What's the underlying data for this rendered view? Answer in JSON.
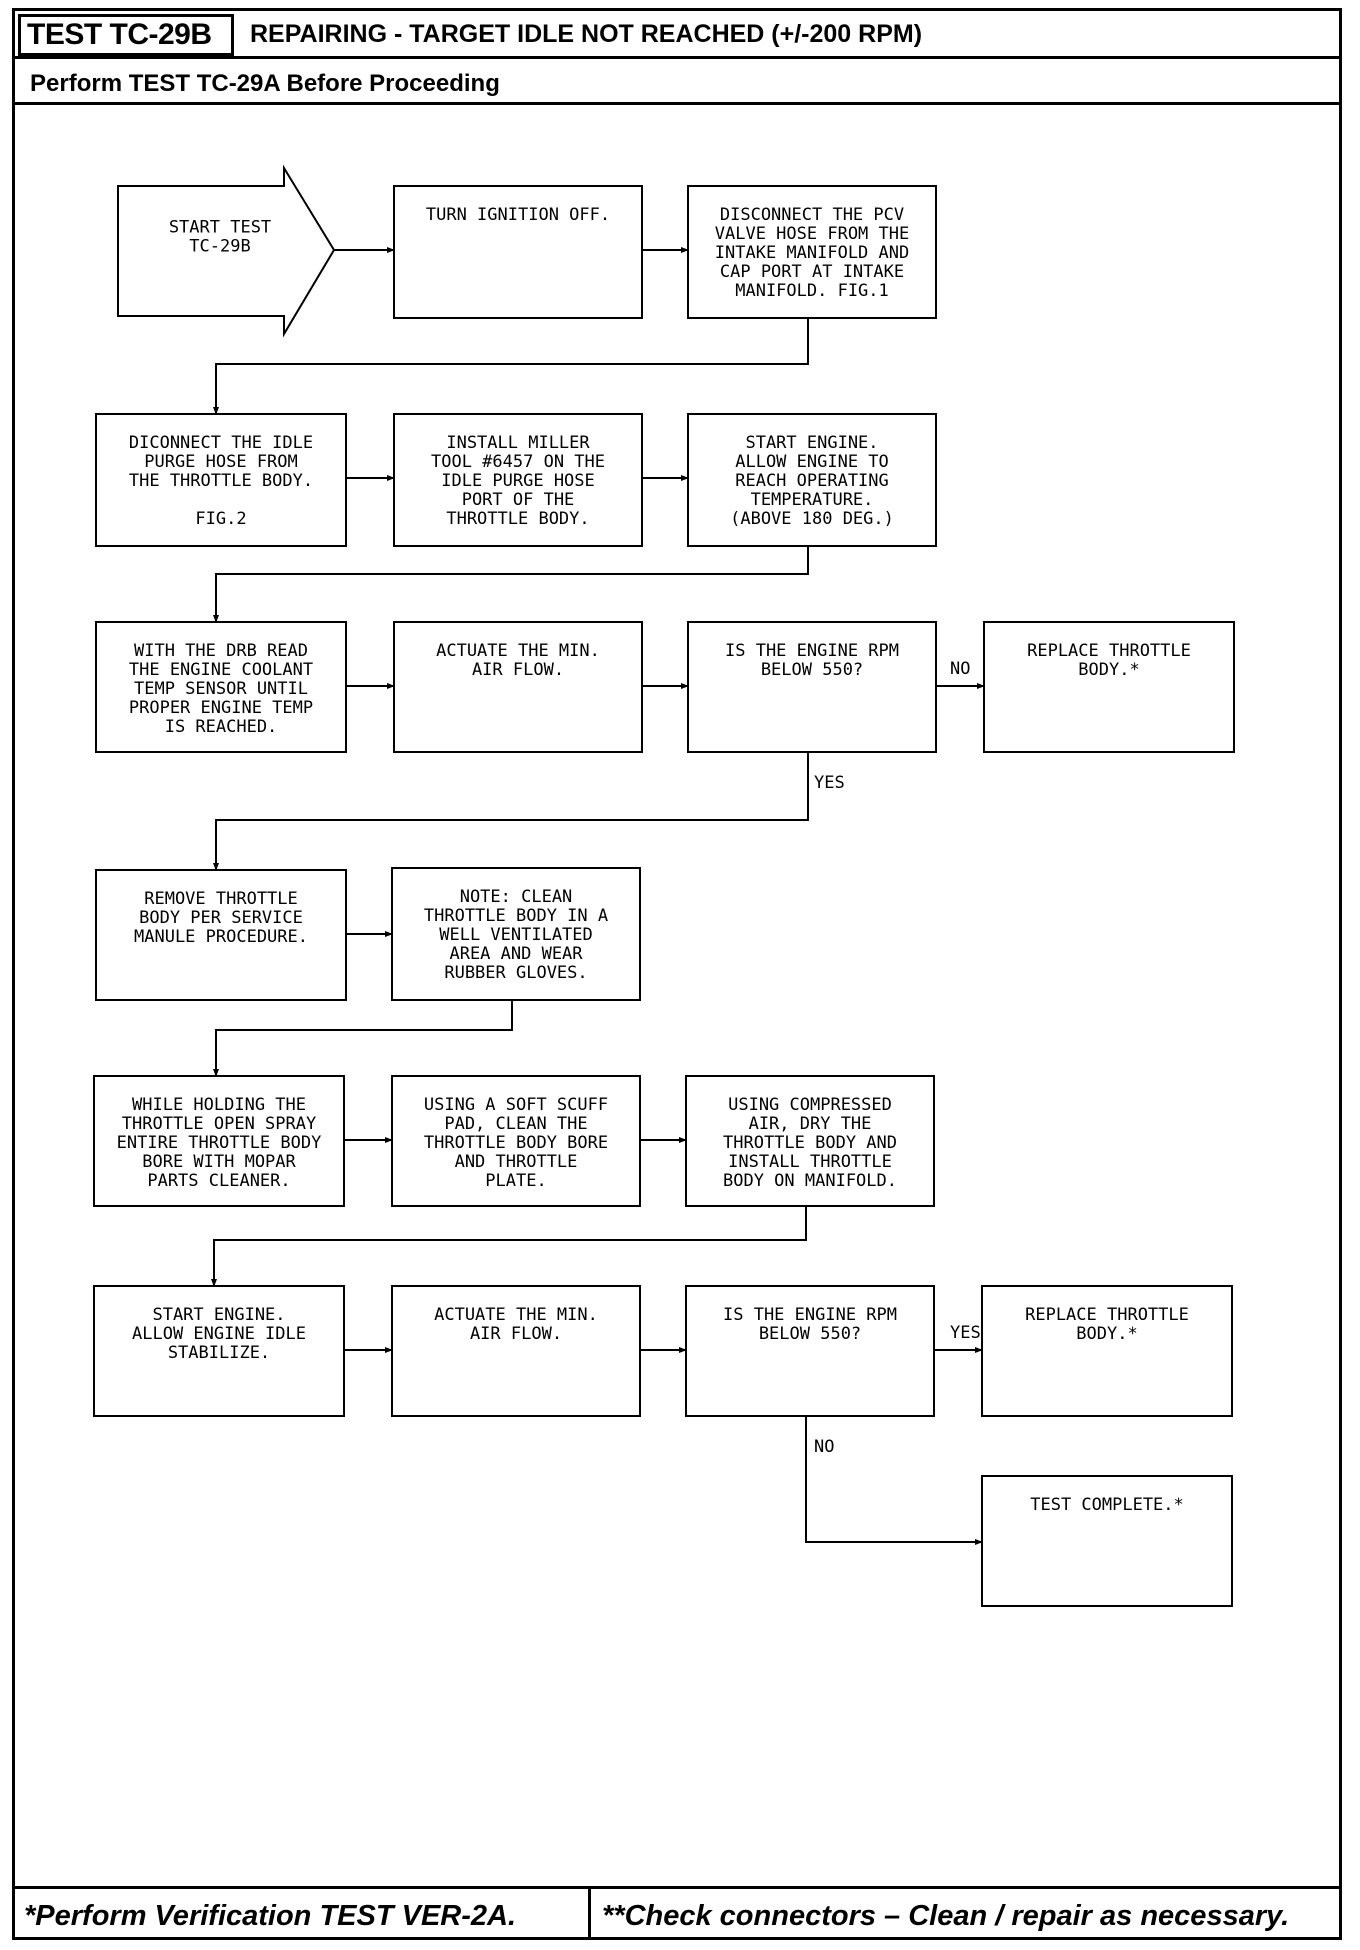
{
  "header": {
    "test_id": "TEST TC-29B",
    "title": "REPAIRING - TARGET IDLE NOT REACHED (+/-200 RPM)",
    "subtitle": "Perform TEST TC-29A Before Proceeding"
  },
  "nodes": {
    "start": [
      "START TEST",
      "TC-29B"
    ],
    "n1": [
      "TURN IGNITION OFF."
    ],
    "n2": [
      "DISCONNECT THE PCV",
      "VALVE HOSE FROM THE",
      "INTAKE MANIFOLD AND",
      "CAP PORT AT INTAKE",
      "MANIFOLD. FIG.1"
    ],
    "n3": [
      "DICONNECT THE IDLE",
      "PURGE HOSE FROM",
      "THE THROTTLE BODY.",
      "",
      "FIG.2"
    ],
    "n4": [
      "INSTALL MILLER",
      "TOOL #6457 ON THE",
      "IDLE PURGE HOSE",
      "PORT OF THE",
      "THROTTLE BODY."
    ],
    "n5": [
      "START ENGINE.",
      "ALLOW ENGINE TO",
      "REACH OPERATING",
      "TEMPERATURE.",
      "(ABOVE 180 DEG.)"
    ],
    "n6": [
      "WITH THE DRB READ",
      "THE ENGINE COOLANT",
      "TEMP SENSOR UNTIL",
      "PROPER ENGINE TEMP",
      "IS REACHED."
    ],
    "n7": [
      "ACTUATE THE MIN.",
      "AIR FLOW."
    ],
    "n8": [
      "IS THE ENGINE RPM",
      "BELOW 550?"
    ],
    "n9": [
      "REPLACE THROTTLE",
      "BODY.*"
    ],
    "n10": [
      "REMOVE THROTTLE",
      "BODY PER SERVICE",
      "MANULE PROCEDURE."
    ],
    "n11": [
      "NOTE: CLEAN",
      "THROTTLE BODY IN A",
      "WELL VENTILATED",
      "AREA AND WEAR",
      "RUBBER GLOVES."
    ],
    "n12": [
      "WHILE HOLDING THE",
      "THROTTLE OPEN SPRAY",
      "ENTIRE THROTTLE BODY",
      "BORE WITH MOPAR",
      "PARTS CLEANER."
    ],
    "n13": [
      "USING A SOFT SCUFF",
      "PAD, CLEAN THE",
      "THROTTLE BODY BORE",
      "AND THROTTLE",
      "PLATE."
    ],
    "n14": [
      "USING COMPRESSED",
      "AIR, DRY THE",
      "THROTTLE BODY AND",
      "INSTALL THROTTLE",
      "BODY ON MANIFOLD."
    ],
    "n15": [
      "START ENGINE.",
      "ALLOW ENGINE IDLE",
      "STABILIZE."
    ],
    "n16": [
      "ACTUATE THE MIN.",
      "AIR FLOW."
    ],
    "n17": [
      "IS THE ENGINE RPM",
      "BELOW 550?"
    ],
    "n18": [
      "REPLACE THROTTLE",
      "BODY.*"
    ],
    "n19": [
      "TEST COMPLETE.*"
    ]
  },
  "edge_labels": {
    "n8_no": "NO",
    "n8_yes": "YES",
    "n17_yes": "YES",
    "n17_no": "NO"
  },
  "footer": {
    "left": "*Perform Verification TEST VER-2A.",
    "right": "**Check connectors – Clean / repair as necessary."
  }
}
